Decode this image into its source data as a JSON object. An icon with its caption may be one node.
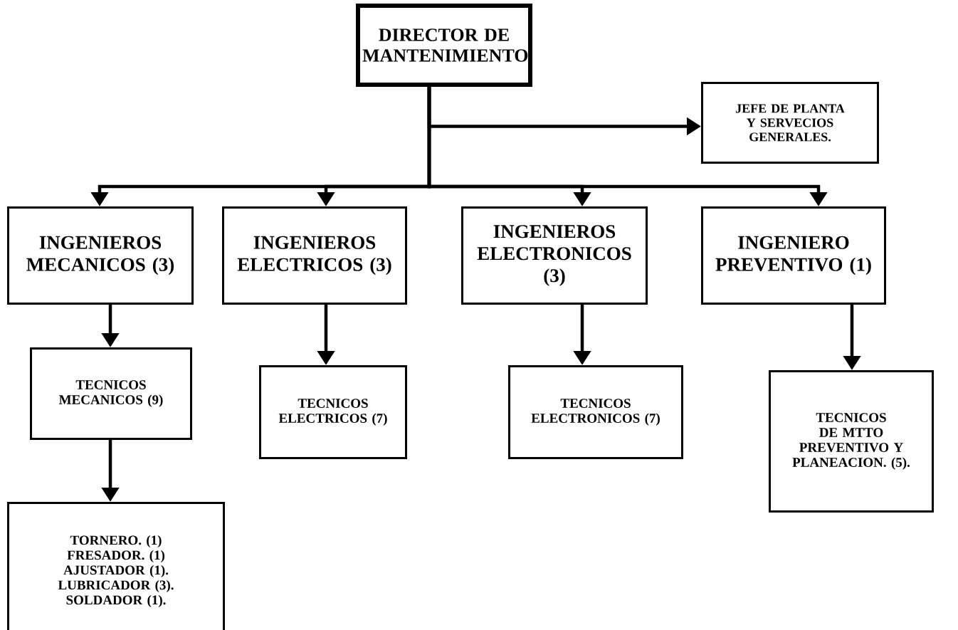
{
  "diagram": {
    "nodes": [
      {
        "text": [
          "DIRECTOR DE MANTENIMIENTO"
        ]
      },
      {
        "text": [
          "JEFE DE PLANTA Y SERVECIOS GENERALES."
        ]
      },
      {
        "text": [
          "INGENIEROS MECANICOS (3)"
        ]
      },
      {
        "text": [
          "INGENIEROS ELECTRICOS (3)"
        ]
      },
      {
        "text": [
          "INGENIEROS ELECTRONICOS (3)"
        ]
      },
      {
        "text": [
          "INGENIERO PREVENTIVO (1)"
        ]
      },
      {
        "text": [
          "TECNICOS MECANICOS (9)"
        ]
      },
      {
        "text": [
          "TECNICOS ELECTRICOS (7)"
        ]
      },
      {
        "text": [
          "TECNICOS ELECTRONICOS (7)"
        ]
      },
      {
        "text": [
          "TECNICOS DE MTTO PREVENTIVO Y PLANEACION. (5)."
        ]
      },
      {
        "text": [
          "TORNERO. (1)",
          "FRESADOR. (1)",
          "AJUSTADOR (1).",
          "LUBRICADOR (3).",
          "SOLDADOR (1)."
        ]
      }
    ],
    "edges": [
      {
        "from": 0,
        "to": 1,
        "arrow": "to"
      },
      {
        "from": 0,
        "to": 2,
        "arrow": "to"
      },
      {
        "from": 0,
        "to": 3,
        "arrow": "to"
      },
      {
        "from": 0,
        "to": 4,
        "arrow": "to"
      },
      {
        "from": 0,
        "to": 5,
        "arrow": "to"
      },
      {
        "from": 2,
        "to": 6,
        "arrow": "to"
      },
      {
        "from": 3,
        "to": 7,
        "arrow": "to"
      },
      {
        "from": 4,
        "to": 8,
        "arrow": "to"
      },
      {
        "from": 5,
        "to": 9,
        "arrow": "to"
      },
      {
        "from": 6,
        "to": 10,
        "arrow": "to"
      }
    ]
  }
}
